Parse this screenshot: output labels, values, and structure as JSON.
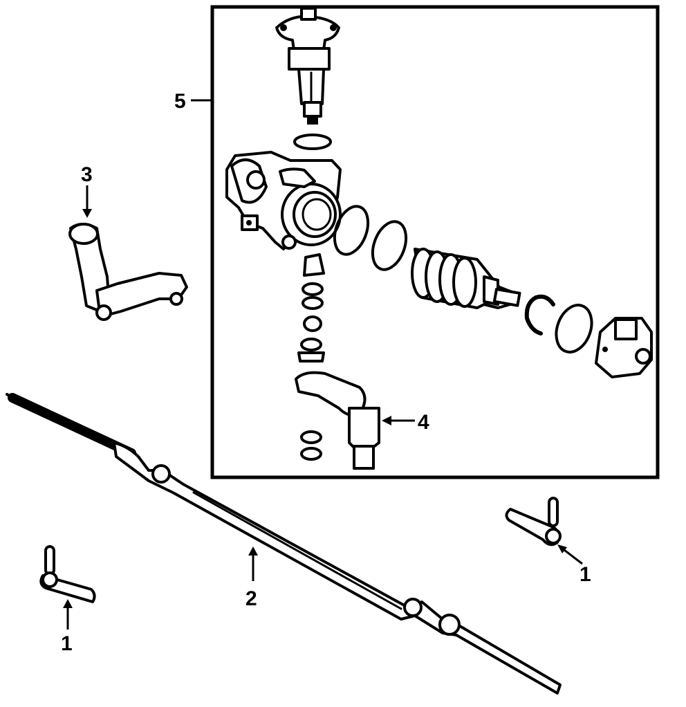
{
  "callouts": {
    "c1_left": "1",
    "c1_right": "1",
    "c2": "2",
    "c3": "3",
    "c4": "4",
    "c5": "5"
  },
  "colors": {
    "ink": "#000000",
    "paper": "#ffffff"
  },
  "parts": [
    {
      "number": "1",
      "name": "outer-tie-rod-end"
    },
    {
      "number": "2",
      "name": "center-link"
    },
    {
      "number": "3",
      "name": "idler-arm"
    },
    {
      "number": "4",
      "name": "pitman-arm"
    },
    {
      "number": "5",
      "name": "steering-gear-assembly"
    }
  ]
}
